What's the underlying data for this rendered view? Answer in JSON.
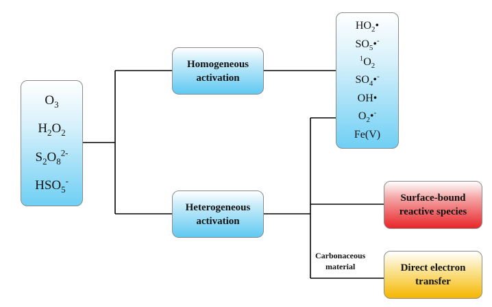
{
  "oxidants": [
    {
      "pre": "O",
      "sub1": "3"
    },
    {
      "pre": "H",
      "sub1": "2",
      "mid": "O",
      "sub2": "2"
    },
    {
      "pre": "S",
      "sub1": "2",
      "mid": "O",
      "sub2": "8",
      "sup": "2-"
    },
    {
      "pre": "HSO",
      "sub1": "5",
      "sup": "-"
    }
  ],
  "activation": {
    "homogeneous": "Homogeneous\nactivation",
    "heterogeneous": "Heterogeneous\nactivation"
  },
  "species": [
    {
      "pre": "HO",
      "sub1": "2",
      "post": "•"
    },
    {
      "pre": "SO",
      "sub1": "5",
      "post": "•",
      "sup": "-"
    },
    {
      "presup": "1",
      "pre": "O",
      "sub1": "2"
    },
    {
      "pre": "SO",
      "sub1": "4",
      "post": "•",
      "sup": "-"
    },
    {
      "pre": "OH",
      "post": "•"
    },
    {
      "pre": "O",
      "sub1": "2",
      "post": "•",
      "sup": "-"
    },
    {
      "pre": "Fe(V)"
    }
  ],
  "outcomes": {
    "surface_bound": "Surface-bound\nreactive species",
    "direct_electron": "Direct electron\ntransfer"
  },
  "carbonaceous_label": "Carbonaceous\nmaterial",
  "colors": {
    "blue": "#6fcff4",
    "red": "#e8262a",
    "yellow": "#f5b800",
    "line": "#000000"
  }
}
